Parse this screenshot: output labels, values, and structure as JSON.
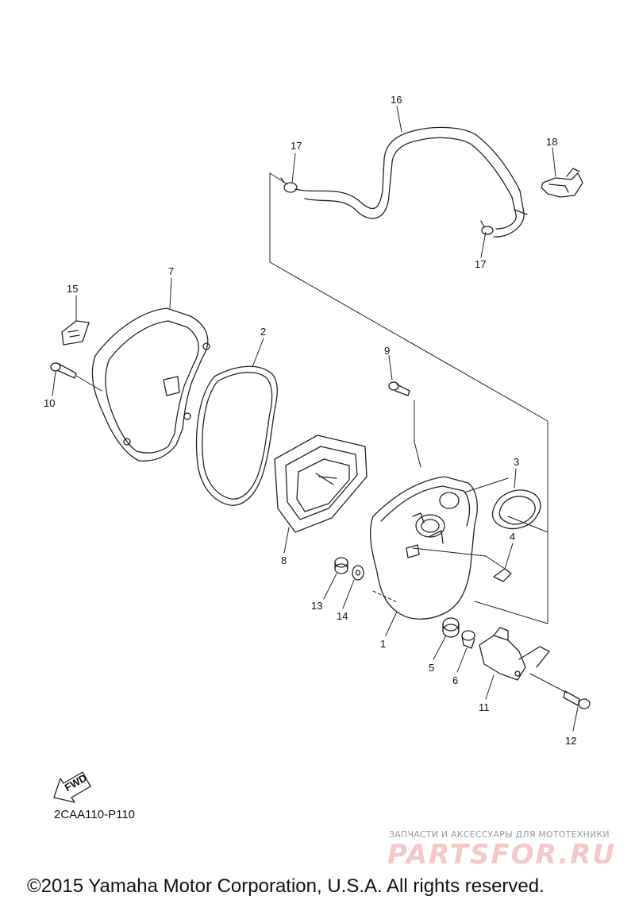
{
  "callouts": [
    "1",
    "2",
    "3",
    "4",
    "5",
    "6",
    "7",
    "8",
    "9",
    "10",
    "11",
    "12",
    "13",
    "14",
    "15",
    "16",
    "17",
    "17",
    "18"
  ],
  "fwd_label": "FWD",
  "part_code": "2CAA110-P110",
  "watermark_subtitle": "ЗАПЧАСТИ И АКСЕССУАРЫ ДЛЯ МОТОТЕХНИКИ",
  "watermark_logo": "PARTSFOR.RU",
  "copyright": "©2015 Yamaha Motor Corporation, U.S.A. All rights reserved."
}
